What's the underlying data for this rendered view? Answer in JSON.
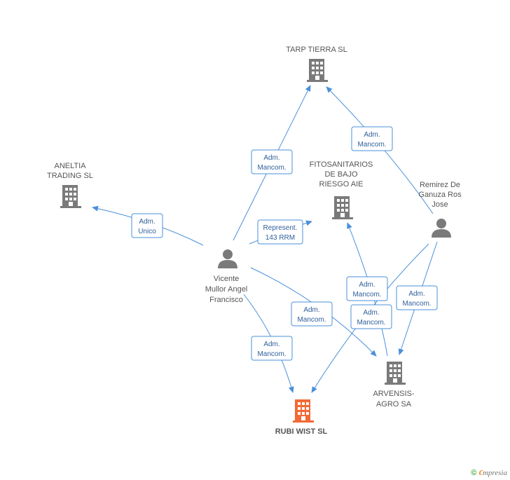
{
  "nodes": {
    "tarp": {
      "label_lines": [
        "TARP TIERRA SL"
      ],
      "type": "company"
    },
    "aneltia": {
      "label_lines": [
        "ANELTIA",
        "TRADING  SL"
      ],
      "type": "company"
    },
    "fito": {
      "label_lines": [
        "FITOSANITARIOS",
        "DE BAJO",
        "RIESGO AIE"
      ],
      "type": "company"
    },
    "remirez": {
      "label_lines": [
        "Remirez De",
        "Ganuza Ros",
        "Jose"
      ],
      "type": "person"
    },
    "vicente": {
      "label_lines": [
        "Vicente",
        "Mullor Angel",
        "Francisco"
      ],
      "type": "person"
    },
    "arvensis": {
      "label_lines": [
        "ARVENSIS-",
        "AGRO SA"
      ],
      "type": "company"
    },
    "rubi": {
      "label_lines": [
        "RUBI WIST SL"
      ],
      "type": "company-focus"
    }
  },
  "edges": [
    {
      "id": "vicente-tarp",
      "label_lines": [
        "Adm.",
        "Mancom."
      ]
    },
    {
      "id": "remirez-tarp",
      "label_lines": [
        "Adm.",
        "Mancom."
      ]
    },
    {
      "id": "vicente-aneltia",
      "label_lines": [
        "Adm.",
        "Unico"
      ]
    },
    {
      "id": "vicente-fito",
      "label_lines": [
        "Represent.",
        "143 RRM"
      ]
    },
    {
      "id": "arvensis-fito",
      "label_lines": [
        "Adm.",
        "Mancom."
      ]
    },
    {
      "id": "remirez-arvensis",
      "label_lines": [
        "Adm.",
        "Mancom."
      ]
    },
    {
      "id": "vicente-arvensis",
      "label_lines": [
        "Adm.",
        "Mancom."
      ]
    },
    {
      "id": "remirez-rubi",
      "label_lines": [
        "Adm.",
        "Mancom."
      ]
    },
    {
      "id": "vicente-rubi",
      "label_lines": [
        "Adm.",
        "Mancom."
      ]
    }
  ],
  "colors": {
    "company": "#7a7a7a",
    "company_focus": "#f26a35",
    "person": "#7a7a7a",
    "edge": "#4a90d9"
  },
  "footer": {
    "copyright_symbol": "©",
    "brand_initial": "€",
    "brand_rest": "mpresia"
  }
}
